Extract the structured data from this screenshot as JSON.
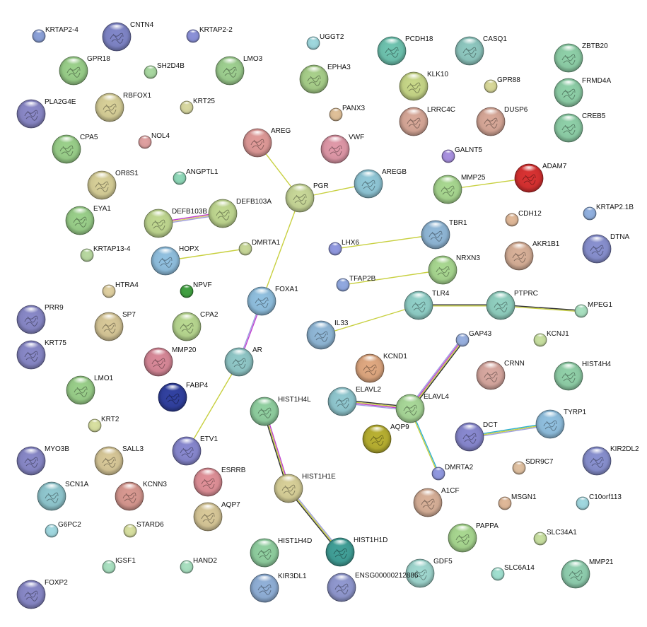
{
  "nodes": [
    {
      "id": "KRTAP2-4",
      "label": "KRTAP2-4",
      "color": "#8aa0d8",
      "size": "s"
    },
    {
      "id": "CNTN4",
      "label": "CNTN4",
      "color": "#7f85c8",
      "size": "l"
    },
    {
      "id": "KRTAP2-2",
      "label": "KRTAP2-2",
      "color": "#8a90d8",
      "size": "s"
    },
    {
      "id": "UGGT2",
      "label": "UGGT2",
      "color": "#9ed8de",
      "size": "s"
    },
    {
      "id": "PCDH18",
      "label": "PCDH18",
      "color": "#6ec4b0",
      "size": "l"
    },
    {
      "id": "CASQ1",
      "label": "CASQ1",
      "color": "#8ec8c0",
      "size": "l"
    },
    {
      "id": "ZBTB20",
      "label": "ZBTB20",
      "color": "#8ed0a8",
      "size": "l"
    },
    {
      "id": "GPR18",
      "label": "GPR18",
      "color": "#9ad08a",
      "size": "l"
    },
    {
      "id": "SH2D4B",
      "label": "SH2D4B",
      "color": "#a8d8a0",
      "size": "s"
    },
    {
      "id": "LMO3",
      "label": "LMO3",
      "color": "#9ed090",
      "size": "l"
    },
    {
      "id": "EPHA3",
      "label": "EPHA3",
      "color": "#a8d08a",
      "size": "l"
    },
    {
      "id": "KLK10",
      "label": "KLK10",
      "color": "#c8d888",
      "size": "l"
    },
    {
      "id": "GPR88",
      "label": "GPR88",
      "color": "#d8d898",
      "size": "s"
    },
    {
      "id": "FRMD4A",
      "label": "FRMD4A",
      "color": "#8ed0a8",
      "size": "l"
    },
    {
      "id": "PLA2G4E",
      "label": "PLA2G4E",
      "color": "#8a88c8",
      "size": "l"
    },
    {
      "id": "RBFOX1",
      "label": "RBFOX1",
      "color": "#d8d098",
      "size": "l"
    },
    {
      "id": "KRT25",
      "label": "KRT25",
      "color": "#d8d8a0",
      "size": "s"
    },
    {
      "id": "PANX3",
      "label": "PANX3",
      "color": "#e0c098",
      "size": "s"
    },
    {
      "id": "LRRC4C",
      "label": "LRRC4C",
      "color": "#d8a898",
      "size": "l"
    },
    {
      "id": "DUSP6",
      "label": "DUSP6",
      "color": "#d8a898",
      "size": "l"
    },
    {
      "id": "CREB5",
      "label": "CREB5",
      "color": "#8ed0a8",
      "size": "l"
    },
    {
      "id": "CPA5",
      "label": "CPA5",
      "color": "#9ad08a",
      "size": "l"
    },
    {
      "id": "NOL4",
      "label": "NOL4",
      "color": "#e0a0a0",
      "size": "s"
    },
    {
      "id": "AREG",
      "label": "AREG",
      "color": "#e09a98",
      "size": "l"
    },
    {
      "id": "VWF",
      "label": "VWF",
      "color": "#e098a8",
      "size": "l"
    },
    {
      "id": "GALNT5",
      "label": "GALNT5",
      "color": "#a890e0",
      "size": "s"
    },
    {
      "id": "OR8S1",
      "label": "OR8S1",
      "color": "#d8d098",
      "size": "l"
    },
    {
      "id": "ANGPTL1",
      "label": "ANGPTL1",
      "color": "#8ed8b8",
      "size": "s"
    },
    {
      "id": "PGR",
      "label": "PGR",
      "color": "#c8d898",
      "size": "l"
    },
    {
      "id": "AREGB",
      "label": "AREGB",
      "color": "#90c8d8",
      "size": "l"
    },
    {
      "id": "MMP25",
      "label": "MMP25",
      "color": "#a8d890",
      "size": "l"
    },
    {
      "id": "ADAM7",
      "label": "ADAM7",
      "color": "#d83030",
      "size": "l"
    },
    {
      "id": "EYA1",
      "label": "EYA1",
      "color": "#9ad08a",
      "size": "l"
    },
    {
      "id": "DEFB103B",
      "label": "DEFB103B",
      "color": "#c0d890",
      "size": "l"
    },
    {
      "id": "DEFB103A",
      "label": "DEFB103A",
      "color": "#c0d890",
      "size": "l"
    },
    {
      "id": "CDH12",
      "label": "CDH12",
      "color": "#e0b898",
      "size": "s"
    },
    {
      "id": "KRTAP2.1B",
      "label": "KRTAP2.1B",
      "color": "#90b0e0",
      "size": "s"
    },
    {
      "id": "KRTAP13-4",
      "label": "KRTAP13-4",
      "color": "#b8d8a0",
      "size": "s"
    },
    {
      "id": "HOPX",
      "label": "HOPX",
      "color": "#90c0e0",
      "size": "l"
    },
    {
      "id": "DMRTA1",
      "label": "DMRTA1",
      "color": "#c8d898",
      "size": "s"
    },
    {
      "id": "TBR1",
      "label": "TBR1",
      "color": "#90b8d8",
      "size": "l"
    },
    {
      "id": "LHX6",
      "label": "LHX6",
      "color": "#9098e0",
      "size": "s"
    },
    {
      "id": "AKR1B1",
      "label": "AKR1B1",
      "color": "#d8b098",
      "size": "l"
    },
    {
      "id": "DTNA",
      "label": "DTNA",
      "color": "#8890d0",
      "size": "l"
    },
    {
      "id": "NRXN3",
      "label": "NRXN3",
      "color": "#a8d890",
      "size": "l"
    },
    {
      "id": "HTRA4",
      "label": "HTRA4",
      "color": "#e0d0a0",
      "size": "s"
    },
    {
      "id": "NPVF",
      "label": "NPVF",
      "color": "#40a040",
      "size": "s"
    },
    {
      "id": "FOXA1",
      "label": "FOXA1",
      "color": "#90c0e0",
      "size": "l"
    },
    {
      "id": "TFAP2B",
      "label": "TFAP2B",
      "color": "#90a8e0",
      "size": "s"
    },
    {
      "id": "TLR4",
      "label": "TLR4",
      "color": "#90d0c8",
      "size": "l"
    },
    {
      "id": "PTPRC",
      "label": "PTPRC",
      "color": "#90d0c0",
      "size": "l"
    },
    {
      "id": "MPEG1",
      "label": "MPEG1",
      "color": "#a8e0c0",
      "size": "s"
    },
    {
      "id": "PRR9",
      "label": "PRR9",
      "color": "#8888c8",
      "size": "l"
    },
    {
      "id": "SP7",
      "label": "SP7",
      "color": "#d8c898",
      "size": "l"
    },
    {
      "id": "CPA2",
      "label": "CPA2",
      "color": "#b8d890",
      "size": "l"
    },
    {
      "id": "IL33",
      "label": "IL33",
      "color": "#90b8d8",
      "size": "l"
    },
    {
      "id": "GAP43",
      "label": "GAP43",
      "color": "#98b0e0",
      "size": "s"
    },
    {
      "id": "KCNJ1",
      "label": "KCNJ1",
      "color": "#c8e0a0",
      "size": "s"
    },
    {
      "id": "KRT75",
      "label": "KRT75",
      "color": "#8888c8",
      "size": "l"
    },
    {
      "id": "MMP20",
      "label": "MMP20",
      "color": "#d88898",
      "size": "l"
    },
    {
      "id": "AR",
      "label": "AR",
      "color": "#90c8c8",
      "size": "l"
    },
    {
      "id": "KCND1",
      "label": "KCND1",
      "color": "#e0a880",
      "size": "l"
    },
    {
      "id": "CRNN",
      "label": "CRNN",
      "color": "#d8a8a0",
      "size": "l"
    },
    {
      "id": "HIST4H4",
      "label": "HIST4H4",
      "color": "#90d0a8",
      "size": "l"
    },
    {
      "id": "FABP4",
      "label": "FABP4",
      "color": "#3040a0",
      "size": "l"
    },
    {
      "id": "LMO1",
      "label": "LMO1",
      "color": "#9ad08a",
      "size": "l"
    },
    {
      "id": "ELAVL2",
      "label": "ELAVL2",
      "color": "#90c8d0",
      "size": "l"
    },
    {
      "id": "ELAVL4",
      "label": "ELAVL4",
      "color": "#a8d898",
      "size": "l"
    },
    {
      "id": "HIST1H4L",
      "label": "HIST1H4L",
      "color": "#90d0a0",
      "size": "l"
    },
    {
      "id": "KRT2",
      "label": "KRT2",
      "color": "#d8e0a0",
      "size": "s"
    },
    {
      "id": "AQP9",
      "label": "AQP9",
      "color": "#b8b030",
      "size": "l"
    },
    {
      "id": "DCT",
      "label": "DCT",
      "color": "#8888d0",
      "size": "l"
    },
    {
      "id": "TYRP1",
      "label": "TYRP1",
      "color": "#90c0e0",
      "size": "l"
    },
    {
      "id": "ETV1",
      "label": "ETV1",
      "color": "#8888d0",
      "size": "l"
    },
    {
      "id": "MYO3B",
      "label": "MYO3B",
      "color": "#8888c8",
      "size": "l"
    },
    {
      "id": "SALL3",
      "label": "SALL3",
      "color": "#d8c898",
      "size": "l"
    },
    {
      "id": "KIR2DL2",
      "label": "KIR2DL2",
      "color": "#8890d0",
      "size": "l"
    },
    {
      "id": "DMRTA2",
      "label": "DMRTA2",
      "color": "#9098e0",
      "size": "s"
    },
    {
      "id": "SDR9C7",
      "label": "SDR9C7",
      "color": "#e0c0a0",
      "size": "s"
    },
    {
      "id": "ESRRB",
      "label": "ESRRB",
      "color": "#e09098",
      "size": "l"
    },
    {
      "id": "SCN1A",
      "label": "SCN1A",
      "color": "#90c8d0",
      "size": "l"
    },
    {
      "id": "KCNN3",
      "label": "KCNN3",
      "color": "#d89890",
      "size": "l"
    },
    {
      "id": "HIST1H1E",
      "label": "HIST1H1E",
      "color": "#d8d098",
      "size": "l"
    },
    {
      "id": "A1CF",
      "label": "A1CF",
      "color": "#d8b098",
      "size": "l"
    },
    {
      "id": "MSGN1",
      "label": "MSGN1",
      "color": "#e0b898",
      "size": "s"
    },
    {
      "id": "C10orf113",
      "label": "C10orf113",
      "color": "#a0d8e0",
      "size": "s"
    },
    {
      "id": "AQP7",
      "label": "AQP7",
      "color": "#d8c898",
      "size": "l"
    },
    {
      "id": "G6PC2",
      "label": "G6PC2",
      "color": "#a0d8e0",
      "size": "s"
    },
    {
      "id": "STARD6",
      "label": "STARD6",
      "color": "#d8e0a0",
      "size": "s"
    },
    {
      "id": "PAPPA",
      "label": "PAPPA",
      "color": "#a8d890",
      "size": "l"
    },
    {
      "id": "SLC34A1",
      "label": "SLC34A1",
      "color": "#c8e0a0",
      "size": "s"
    },
    {
      "id": "HIST1H4D",
      "label": "HIST1H4D",
      "color": "#90d0a0",
      "size": "l"
    },
    {
      "id": "HIST1H1D",
      "label": "HIST1H1D",
      "color": "#40a098",
      "size": "l"
    },
    {
      "id": "IGSF1",
      "label": "IGSF1",
      "color": "#a8e0c0",
      "size": "s"
    },
    {
      "id": "HAND2",
      "label": "HAND2",
      "color": "#a8e0c0",
      "size": "s"
    },
    {
      "id": "GDF5",
      "label": "GDF5",
      "color": "#a0d8d0",
      "size": "l"
    },
    {
      "id": "SLC6A14",
      "label": "SLC6A14",
      "color": "#a0e0d0",
      "size": "s"
    },
    {
      "id": "MMP21",
      "label": "MMP21",
      "color": "#90d0b0",
      "size": "l"
    },
    {
      "id": "KIR3DL1",
      "label": "KIR3DL1",
      "color": "#90b0d8",
      "size": "l"
    },
    {
      "id": "ENSG00000212886",
      "label": "ENSG00000212886",
      "color": "#9098d0",
      "size": "l"
    },
    {
      "id": "FOXP2",
      "label": "FOXP2",
      "color": "#8888c8",
      "size": "l"
    }
  ],
  "edges": [
    {
      "from": "AREG",
      "to": "PGR",
      "colors": [
        "#c8d040"
      ]
    },
    {
      "from": "PGR",
      "to": "AREGB",
      "colors": [
        "#c8d040"
      ]
    },
    {
      "from": "PGR",
      "to": "FOXA1",
      "colors": [
        "#c8d040"
      ]
    },
    {
      "from": "MMP25",
      "to": "ADAM7",
      "colors": [
        "#c8d040"
      ]
    },
    {
      "from": "DEFB103B",
      "to": "DEFB103A",
      "colors": [
        "#c040d0",
        "#d8d070",
        "#a0a0e0"
      ]
    },
    {
      "from": "HOPX",
      "to": "DMRTA1",
      "colors": [
        "#c8d040"
      ]
    },
    {
      "from": "LHX6",
      "to": "TBR1",
      "colors": [
        "#c8d040"
      ]
    },
    {
      "from": "TFAP2B",
      "to": "NRXN3",
      "colors": [
        "#c8d040"
      ]
    },
    {
      "from": "FOXA1",
      "to": "AR",
      "colors": [
        "#c040d0",
        "#a0a0e0"
      ]
    },
    {
      "from": "AR",
      "to": "ETV1",
      "colors": [
        "#c8d040"
      ]
    },
    {
      "from": "TLR4",
      "to": "PTPRC",
      "colors": [
        "#303030",
        "#c8d040"
      ]
    },
    {
      "from": "PTPRC",
      "to": "MPEG1",
      "colors": [
        "#303030",
        "#c8d040"
      ]
    },
    {
      "from": "IL33",
      "to": "TLR4",
      "colors": [
        "#c8d040"
      ]
    },
    {
      "from": "GAP43",
      "to": "ELAVL4",
      "colors": [
        "#303030",
        "#c8d040",
        "#c040d0",
        "#a0a0e0"
      ]
    },
    {
      "from": "ELAVL2",
      "to": "ELAVL4",
      "colors": [
        "#303030",
        "#c8d040",
        "#c040d0",
        "#a0a0e0"
      ]
    },
    {
      "from": "ELAVL4",
      "to": "DMRTA2",
      "colors": [
        "#30b0d0",
        "#c8d040"
      ]
    },
    {
      "from": "DCT",
      "to": "TYRP1",
      "colors": [
        "#30b0d0",
        "#c8d040",
        "#a0a0e0"
      ]
    },
    {
      "from": "HIST1H4L",
      "to": "HIST1H1E",
      "colors": [
        "#c040d0",
        "#c8d040",
        "#303030"
      ]
    },
    {
      "from": "HIST1H1E",
      "to": "HIST1H1D",
      "colors": [
        "#a0a0e0",
        "#c8d040",
        "#303030"
      ]
    }
  ]
}
